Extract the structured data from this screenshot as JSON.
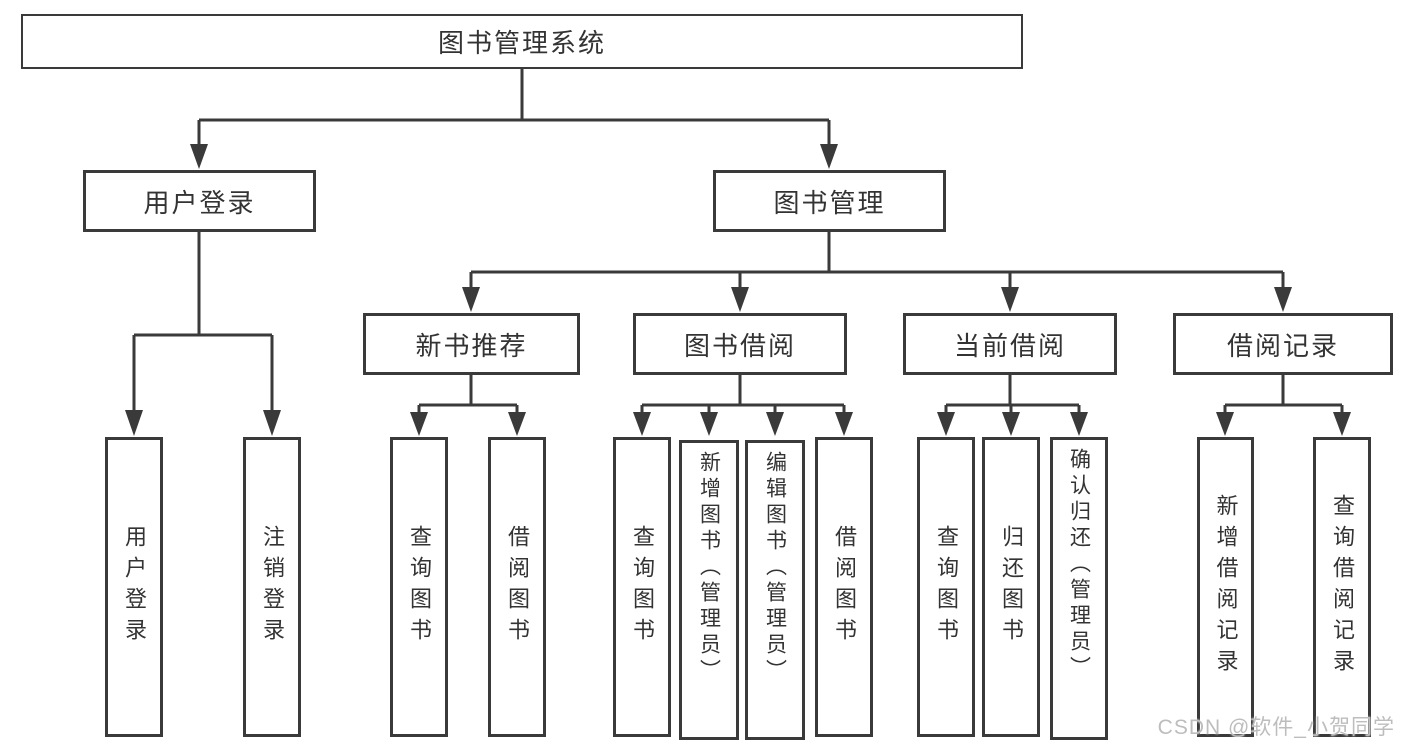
{
  "diagram": {
    "tree": {
      "label": "图书管理系统",
      "children": [
        {
          "label": "用户登录",
          "children": [
            {
              "label": "用户登录"
            },
            {
              "label": "注销登录"
            }
          ]
        },
        {
          "label": "图书管理",
          "children": [
            {
              "label": "新书推荐",
              "children": [
                {
                  "label": "查询图书"
                },
                {
                  "label": "借阅图书"
                }
              ]
            },
            {
              "label": "图书借阅",
              "children": [
                {
                  "label": "查询图书"
                },
                {
                  "label": "新增图书（管理员）"
                },
                {
                  "label": "编辑图书（管理员）"
                },
                {
                  "label": "借阅图书"
                }
              ]
            },
            {
              "label": "当前借阅",
              "children": [
                {
                  "label": "查询图书"
                },
                {
                  "label": "归还图书"
                },
                {
                  "label": "确认归还（管理员）"
                }
              ]
            },
            {
              "label": "借阅记录",
              "children": [
                {
                  "label": "新增借阅记录"
                },
                {
                  "label": "查询借阅记录"
                }
              ]
            }
          ]
        }
      ]
    },
    "watermark": "CSDN @软件_小贺同学",
    "colors": {
      "line": "#3a3a3a",
      "text": "#333333",
      "watermark": "#bdbdbd",
      "background": "#ffffff"
    }
  }
}
